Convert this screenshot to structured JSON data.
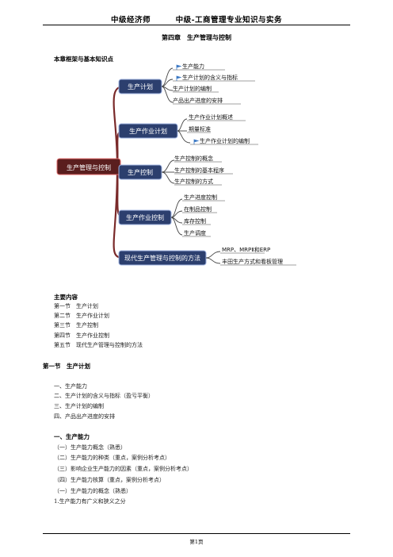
{
  "header": {
    "left": "中级经济师",
    "right": "中级-工商管理专业知识与实务"
  },
  "chapter_title": "第四章　生产管理与控制",
  "framework_title": "本章框架与基本知识点",
  "mindmap": {
    "root": "生产管理与控制",
    "branches": [
      {
        "label": "生产计划",
        "children": [
          "生产能力",
          "生产计划的含义与指标",
          "生产计划的编制",
          "产品出产进度的安排"
        ]
      },
      {
        "label": "生产作业计划",
        "children": [
          "生产作业计划概述",
          "期量标准",
          "生产作业计划的编制"
        ]
      },
      {
        "label": "生产控制",
        "children": [
          "生产控制的概念",
          "生产控制的基本程序",
          "生产控制的方式"
        ]
      },
      {
        "label": "生产作业控制",
        "children": [
          "生产进度控制",
          "在制品控制",
          "库存控制",
          "生产调度"
        ]
      },
      {
        "label": "现代生产管理与控制的方法",
        "children": [
          "MRP、MRPⅡ和ERP",
          "丰田生产方式和看板管理"
        ]
      }
    ]
  },
  "main_content": {
    "title": "主要内容",
    "items": [
      "第一节　生产计划",
      "第二节　生产作业计划",
      "第三节　生产控制",
      "第四节　生产作业控制",
      "第五节　现代生产管理与控制的方法"
    ]
  },
  "section1": {
    "title": "第一节　生产计划",
    "items": [
      "一、生产能力",
      "二、生产计划的含义与指标（盈亏平衡）",
      "三、生产计划的编制",
      "四、产品出产进度的安排"
    ]
  },
  "capacity": {
    "title": "一、生产能力",
    "items": [
      "（一）生产能力概念（熟悉）",
      "（二）生产能力的种类（重点，案例分析考点）",
      "（三）影响企业生产能力的因素（重点，案例分析考点）",
      "（四）生产能力核算（重点，案例分析考点）",
      "（一）生产能力的概念（熟悉）"
    ],
    "note": "1.生产能力有广义和狭义之分"
  },
  "footer": "第1页",
  "colors": {
    "root_fill": "#5a1e1e",
    "node_fill": "#2c3f6e",
    "branch_line": "#7a2a2a",
    "child_line": "#444444",
    "flag": "#3b78c4"
  }
}
